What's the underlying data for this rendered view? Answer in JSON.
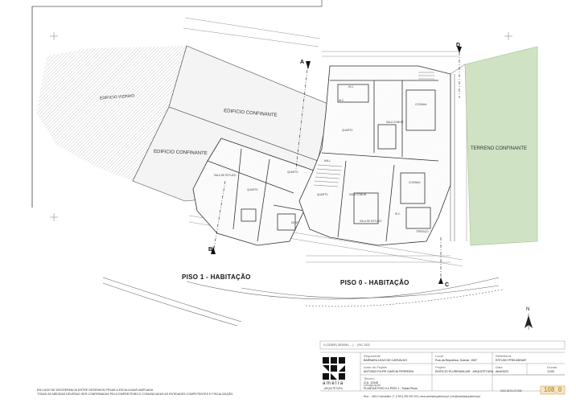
{
  "labels": {
    "neighbor_building": "EDIFICIO VIZINHO",
    "adjoining_building_1": "EDIFICIO CONFINANTE",
    "adjoining_building_2": "EDIFICIO CONFINANTE",
    "adjoining_land": "TERRENO CONFINANTE"
  },
  "section_titles": {
    "floor1": "PISO 1 - HABITAÇÃO",
    "floor0": "PISO 0 - HABITAÇÃO"
  },
  "section_marks": {
    "a": "A",
    "b": "B",
    "c": "C",
    "d": "D"
  },
  "north": "N",
  "title_block": {
    "header_left": "0 | CEDER | DESIGN | ... | ... | FIG. 2022",
    "logo_name": "amelia",
    "logo_subtitle": "ARQUITETURA",
    "requerente_label": "Requerente",
    "requerente_value": "BARBARA LEAO DE CARVALHO",
    "local_label": "Local",
    "local_value": "Rua da Republica, Guimar. 1087",
    "autor_label": "Autor do Projeto",
    "autor_value": "ANTONIO FILIPE GARCIA FERREIRA",
    "projeto_label": "Projeto",
    "projeto_value": "EDIFICIO PLURIFAMILIAR - ARQUITETURA",
    "tecnico_label": "Tecnico",
    "tecnico_value": "O.A. 12345",
    "referencia_label": "Referência",
    "referencia_value": "ESTUDO PRELIMINAR",
    "data_label": "Data",
    "data_value": "Abril/2022",
    "escala_label": "Escala",
    "escala_value": "1/100",
    "designacao_label": "Designação",
    "designacao_value": "PLANTAS PISO 0 e PISO 1 - Todas Pisos",
    "sheet_code": "2011.05.01.07.006",
    "sheet_number": "108_0",
    "footer_contacts": "Rua ... 4810 Guimarães | T. (+351) 253 000 000 | www.ameliaarquitetura.pt | info@ameliaarquitetura.pt"
  },
  "notes": {
    "line1": "EM CASO DE DISCREPANCIA ENTRE DESENHOS PESAR A ESCALA MAIS AMPLIADA",
    "line2": "TODAS AS MEDIDAS DEVERAO SER CONFIRMADAS PELO EMPREITEIRO E COMUNICADAS AS ENTIDADES COMPETENTES E FISCALIZAÇÃO"
  },
  "rooms": {
    "r1": "W.C.",
    "r2": "W.C.",
    "r3": "COZINHA",
    "r4": "SALA COMUM",
    "r5": "QUARTO",
    "r6": "SALA DE ESTUDO",
    "r7": "QUARTO",
    "r8": "QUARTO",
    "r9": "SALA COMUM",
    "r10": "COZINHA",
    "r11": "W.C.",
    "r12": "TERRAÇO",
    "r13": "HALL",
    "r14": "DESP.",
    "r15": "QUARTO",
    "r16": "SALA DE ESTUDO"
  }
}
